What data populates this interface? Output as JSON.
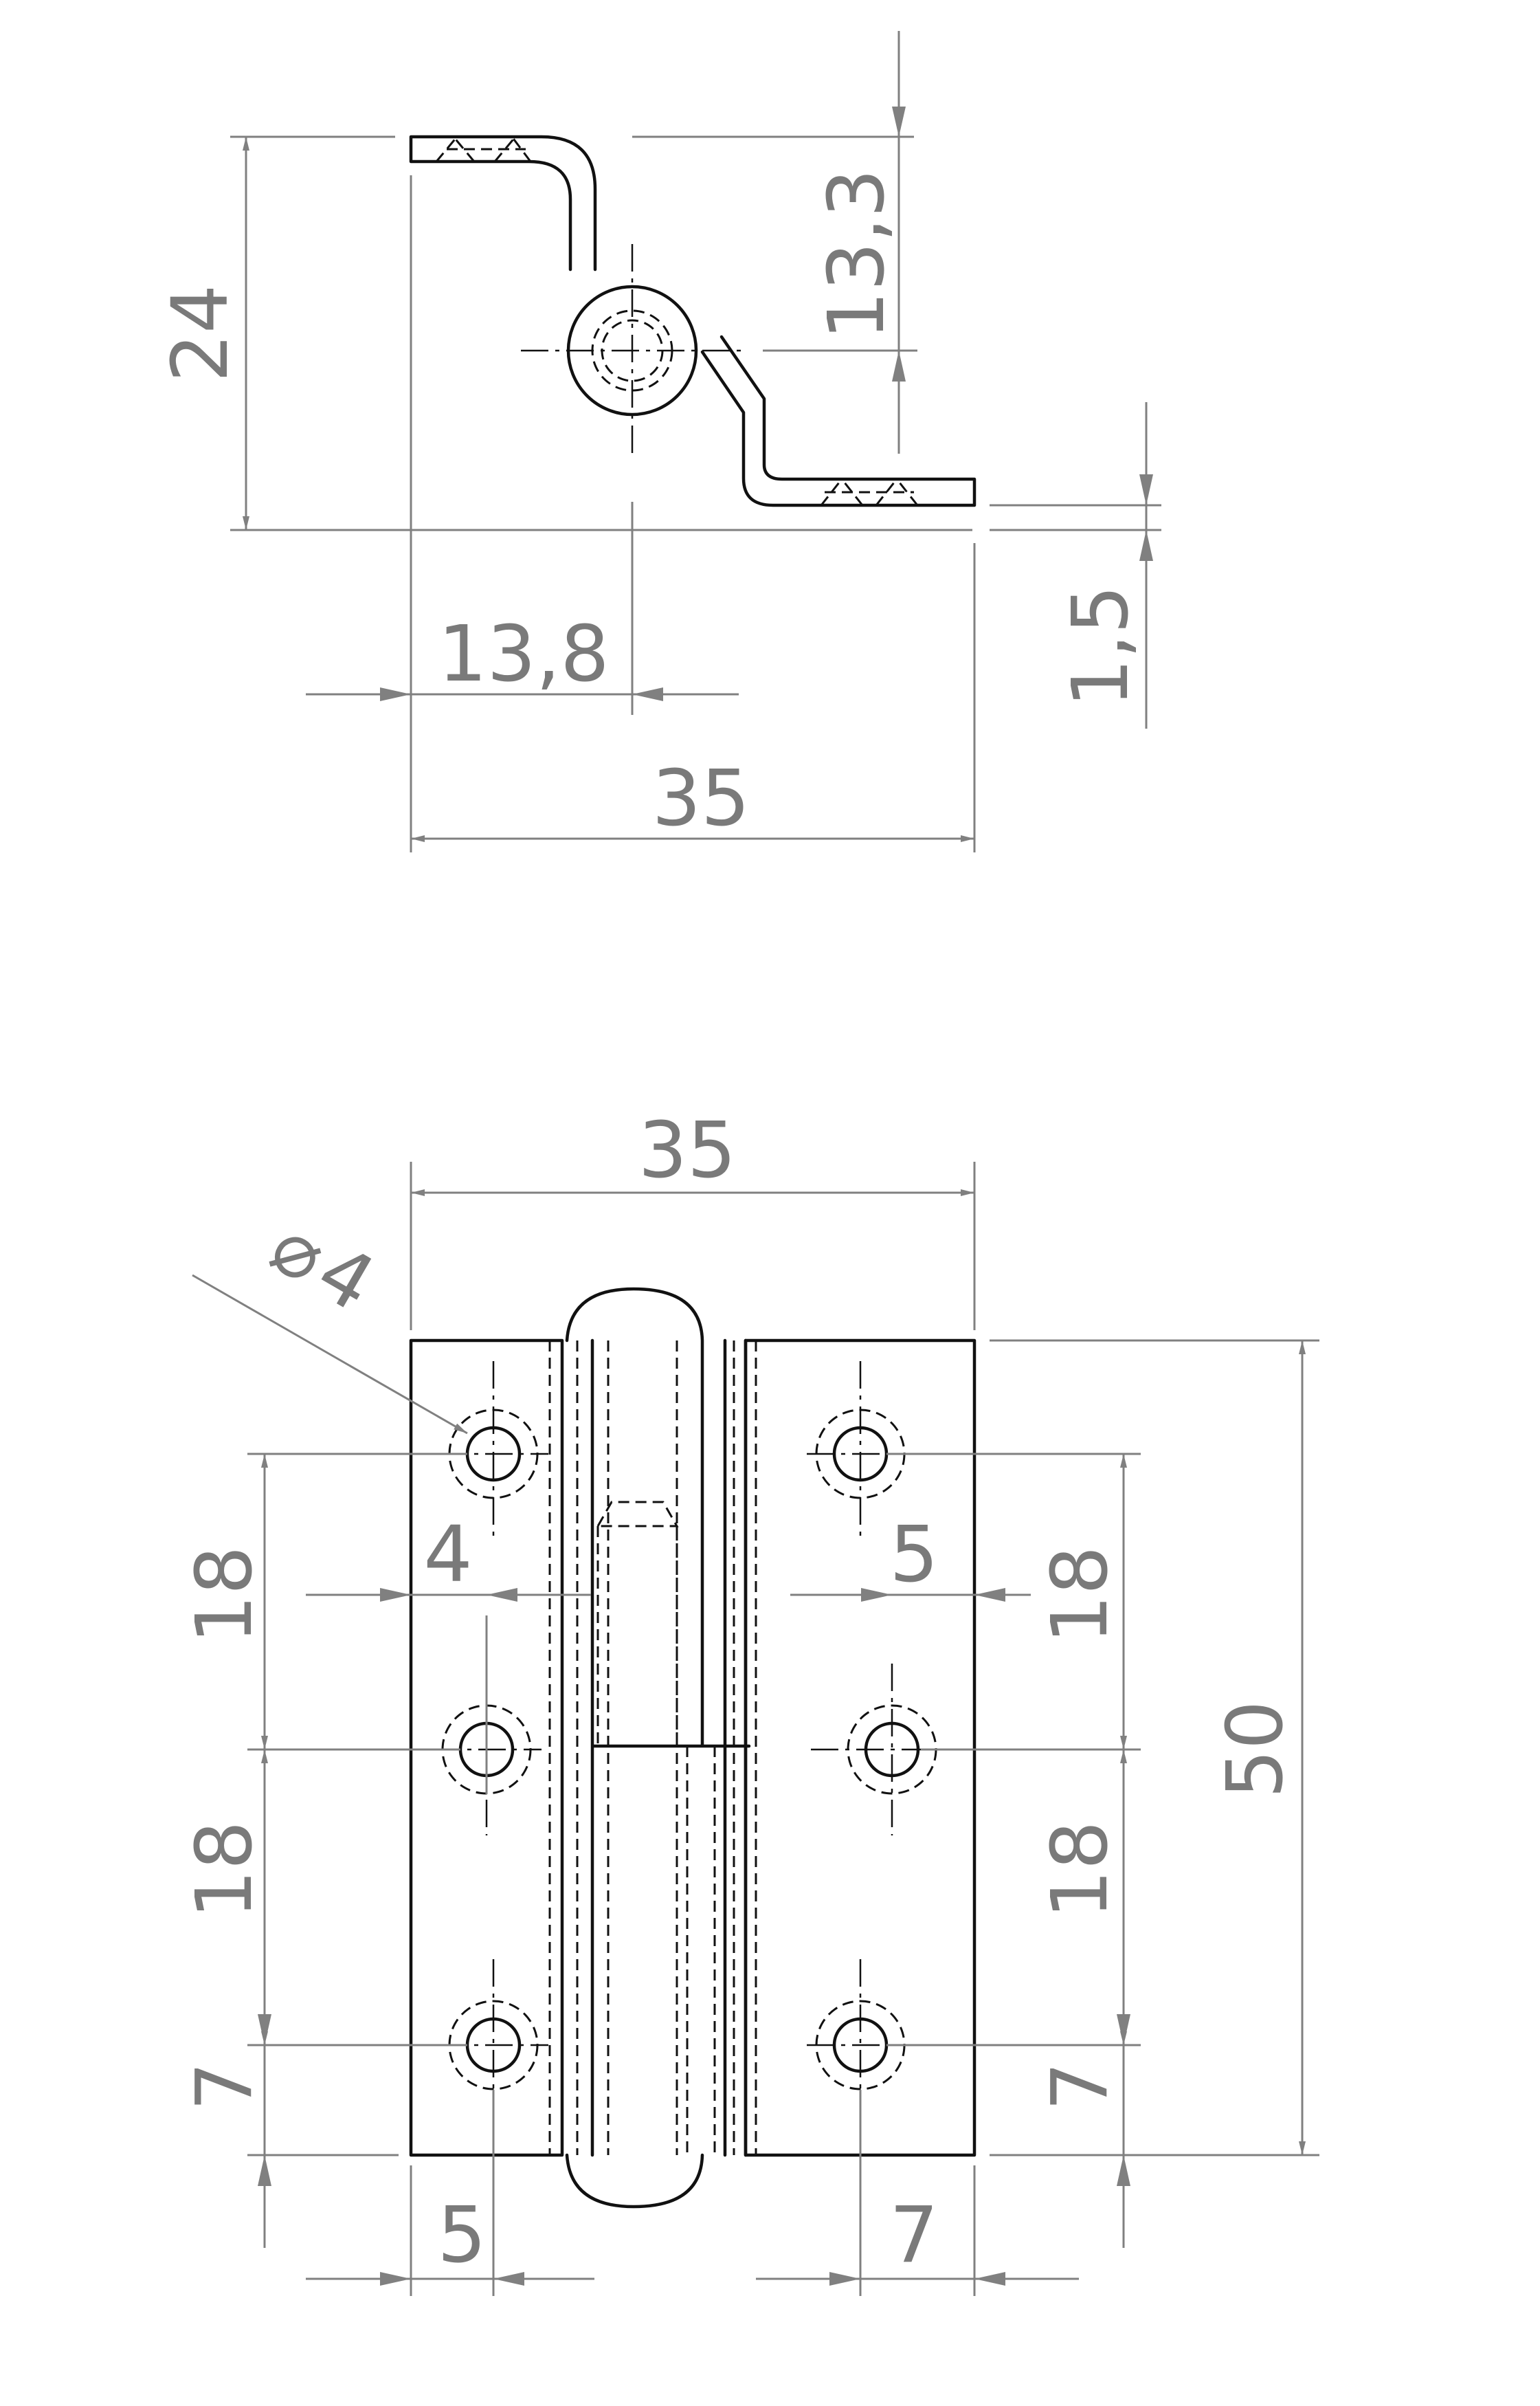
{
  "side_view": {
    "height_total": "24",
    "pin_to_top": "13,3",
    "thickness": "1,5",
    "pin_offset": "13,8",
    "width": "35"
  },
  "front_view": {
    "width": "35",
    "hole_diameter": "4",
    "diameter_symbol": "⌀",
    "height": "50",
    "left_pitch_upper": "18",
    "left_pitch_lower": "18",
    "left_edge_margin": "7",
    "left_hole_offset_top": "4",
    "left_hole_offset_bottom": "5",
    "right_pitch_upper": "18",
    "right_pitch_lower": "18",
    "right_edge_margin": "7",
    "right_hole_offset_top": "5",
    "right_hole_offset_bottom": "7"
  }
}
